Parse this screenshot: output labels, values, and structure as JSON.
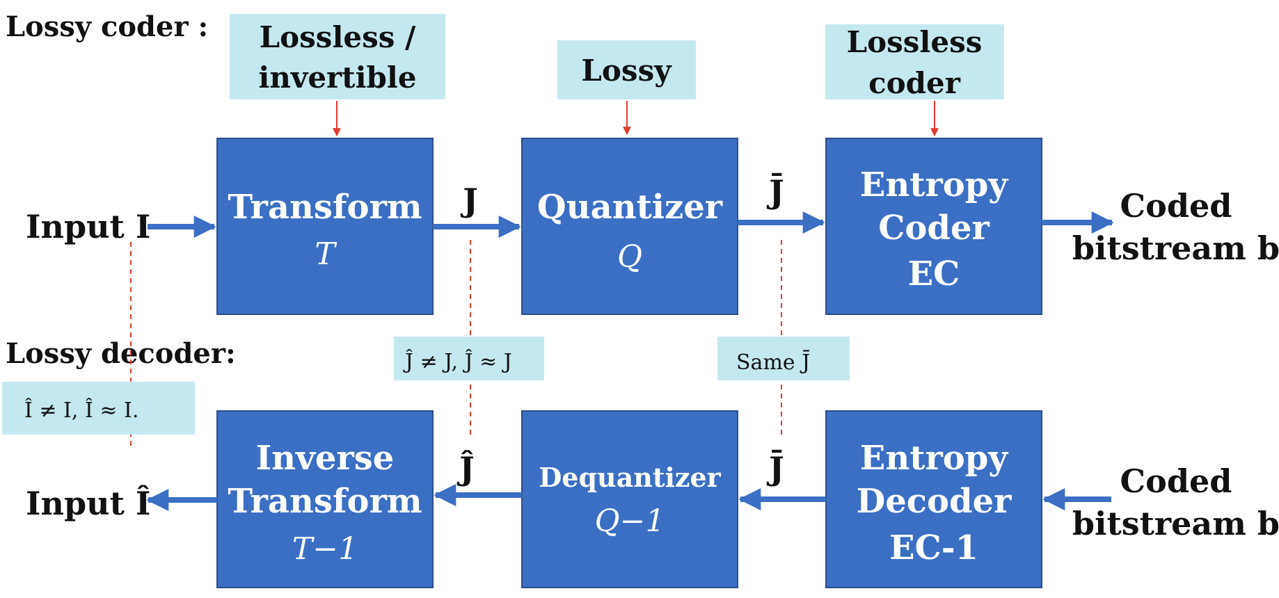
{
  "headers": {
    "coder": "Lossy coder :",
    "decoder": "Lossy decoder:"
  },
  "notes": {
    "lossless_invertible": [
      "Lossless /",
      "invertible"
    ],
    "lossy": "Lossy",
    "lossless_coder": [
      "Lossless",
      "coder"
    ],
    "j_relation": "Ĵ ≠ J, Ĵ ≈ J",
    "same_jbar": "Same J̄",
    "i_relation": "Î ≠ I, Î ≈ I."
  },
  "io": {
    "input_top": "Input I",
    "input_bottom": "Input Î",
    "coded_top": [
      "Coded",
      "bitstream b"
    ],
    "coded_bottom": [
      "Coded",
      "bitstream b"
    ]
  },
  "blocks": {
    "transform": {
      "line1": "Transform",
      "line2": "T"
    },
    "quantizer": {
      "line1": "Quantizer",
      "line2": "Q"
    },
    "entropy_coder": {
      "line1": "Entropy",
      "line2": "Coder",
      "line3": "EC"
    },
    "inverse_transform": {
      "line1": "Inverse",
      "line2": "Transform",
      "line3": "T−1"
    },
    "dequantizer": {
      "line1": "Dequantizer",
      "line2": "Q−1"
    },
    "entropy_decoder": {
      "line1": "Entropy",
      "line2": "Decoder",
      "line3": "EC-1"
    }
  },
  "signals": {
    "j": "J",
    "jbar_top": "J̄",
    "jhat": "Ĵ",
    "jbar_bottom": "J̄"
  },
  "colors": {
    "block_fill": "#3a6fc4",
    "block_stroke": "#2f4f86",
    "label_fill": "#c4e8f0",
    "arrow_blue": "#3a6fc4",
    "arrow_red": "#e33b2f"
  }
}
